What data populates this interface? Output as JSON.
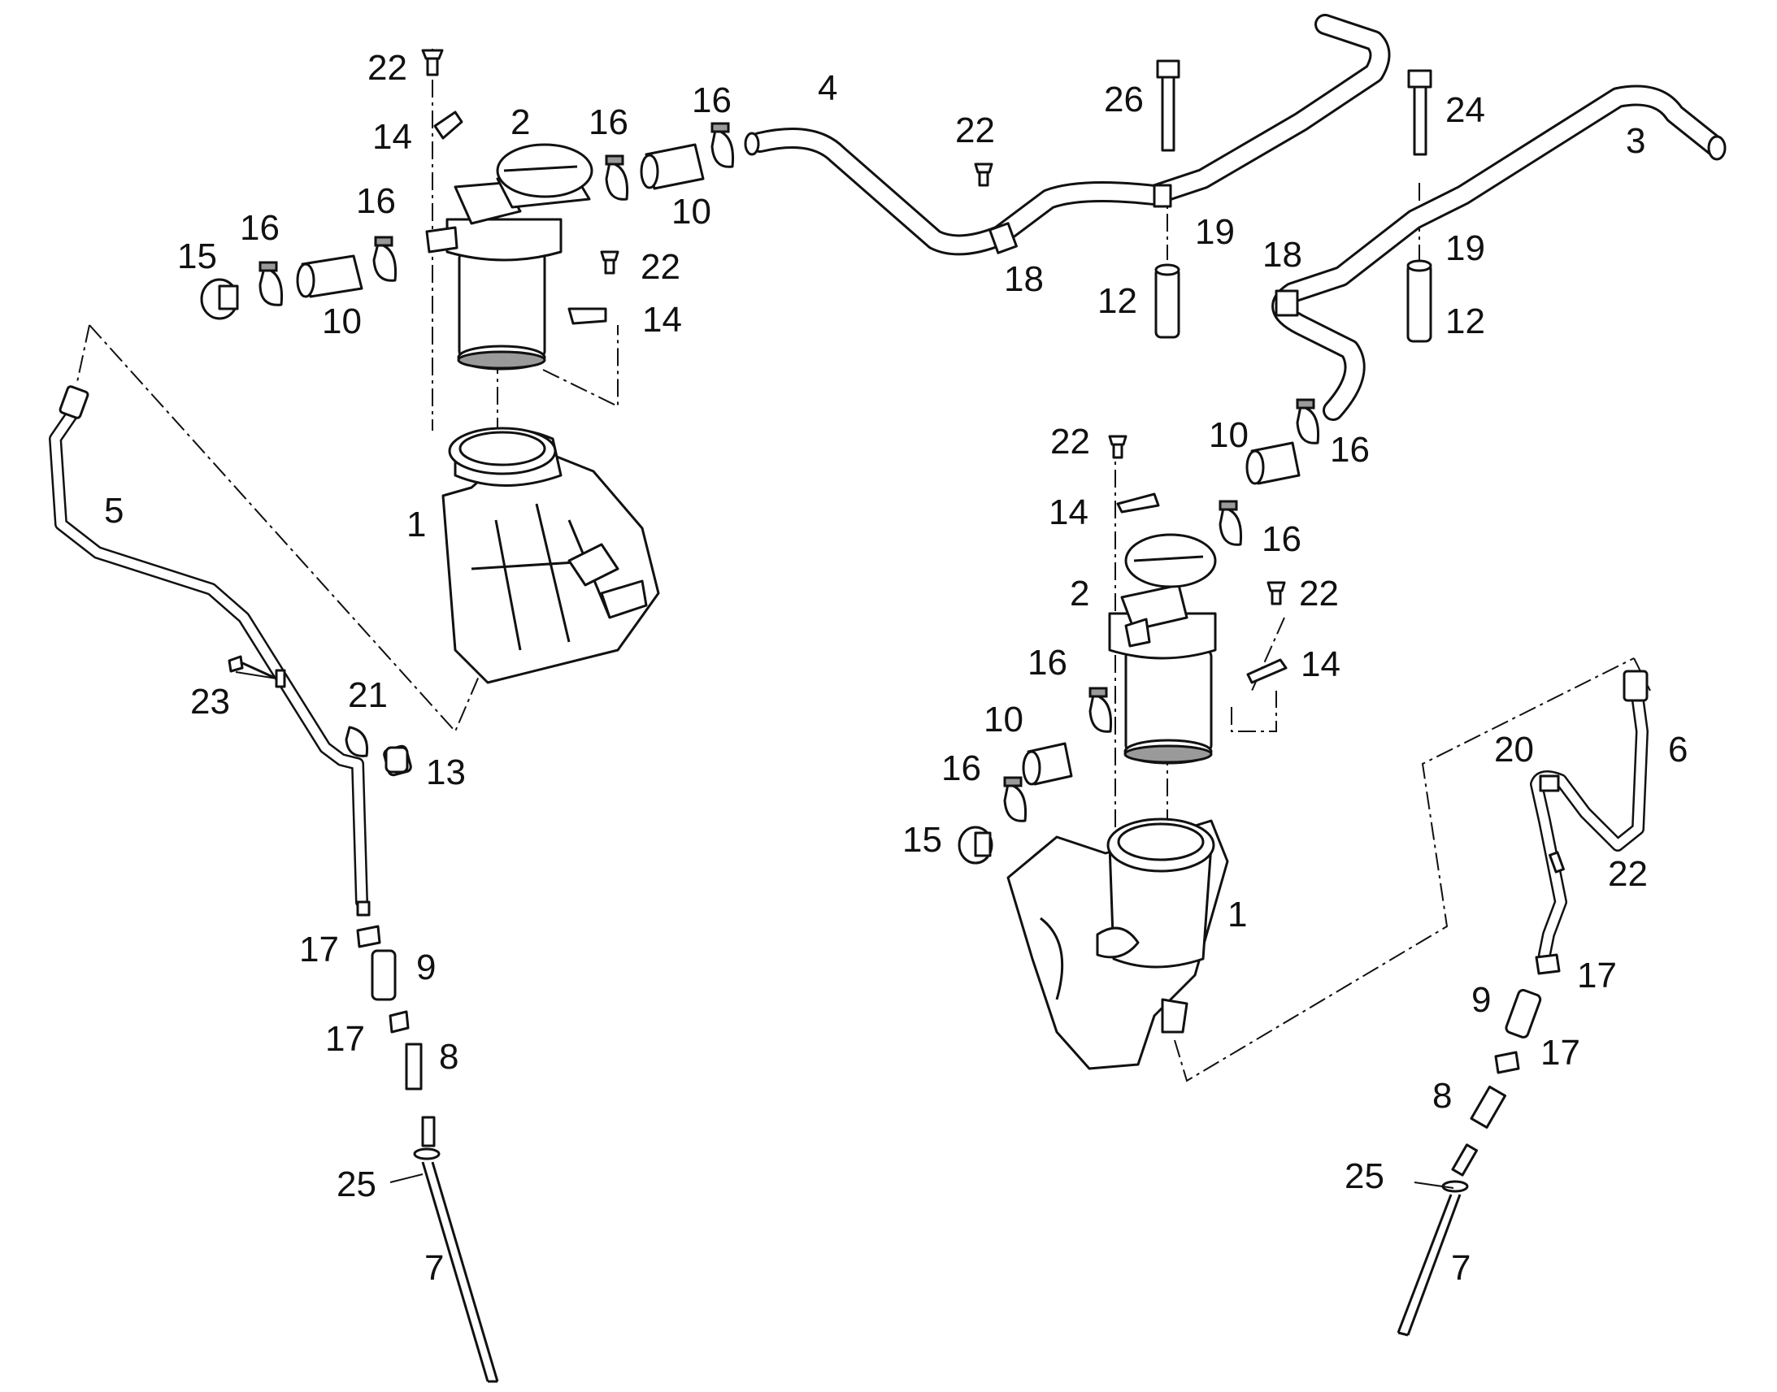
{
  "diagram": {
    "labels": {
      "l_1_left": "1",
      "l_1_right": "1",
      "l_2_left": "2",
      "l_2_right": "2",
      "l_3": "3",
      "l_4": "4",
      "l_5": "5",
      "l_6": "6",
      "l_7_left": "7",
      "l_7_right": "7",
      "l_8_left": "8",
      "l_8_right": "8",
      "l_9_left": "9",
      "l_9_right": "9",
      "l_10_a": "10",
      "l_10_b": "10",
      "l_10_c": "10",
      "l_10_d": "10",
      "l_12_a": "12",
      "l_12_b": "12",
      "l_13": "13",
      "l_14_a": "14",
      "l_14_b": "14",
      "l_14_c": "14",
      "l_14_d": "14",
      "l_15_left": "15",
      "l_15_right": "15",
      "l_16_a": "16",
      "l_16_b": "16",
      "l_16_c": "16",
      "l_16_d": "16",
      "l_16_e": "16",
      "l_16_f": "16",
      "l_16_g": "16",
      "l_16_h": "16",
      "l_17_a": "17",
      "l_17_b": "17",
      "l_17_c": "17",
      "l_17_d": "17",
      "l_18_a": "18",
      "l_18_b": "18",
      "l_19_a": "19",
      "l_19_b": "19",
      "l_20": "20",
      "l_21": "21",
      "l_22_a": "22",
      "l_22_b": "22",
      "l_22_c": "22",
      "l_22_d": "22",
      "l_22_e": "22",
      "l_22_f": "22",
      "l_23": "23",
      "l_24": "24",
      "l_25_left": "25",
      "l_25_right": "25",
      "l_26": "26"
    }
  }
}
